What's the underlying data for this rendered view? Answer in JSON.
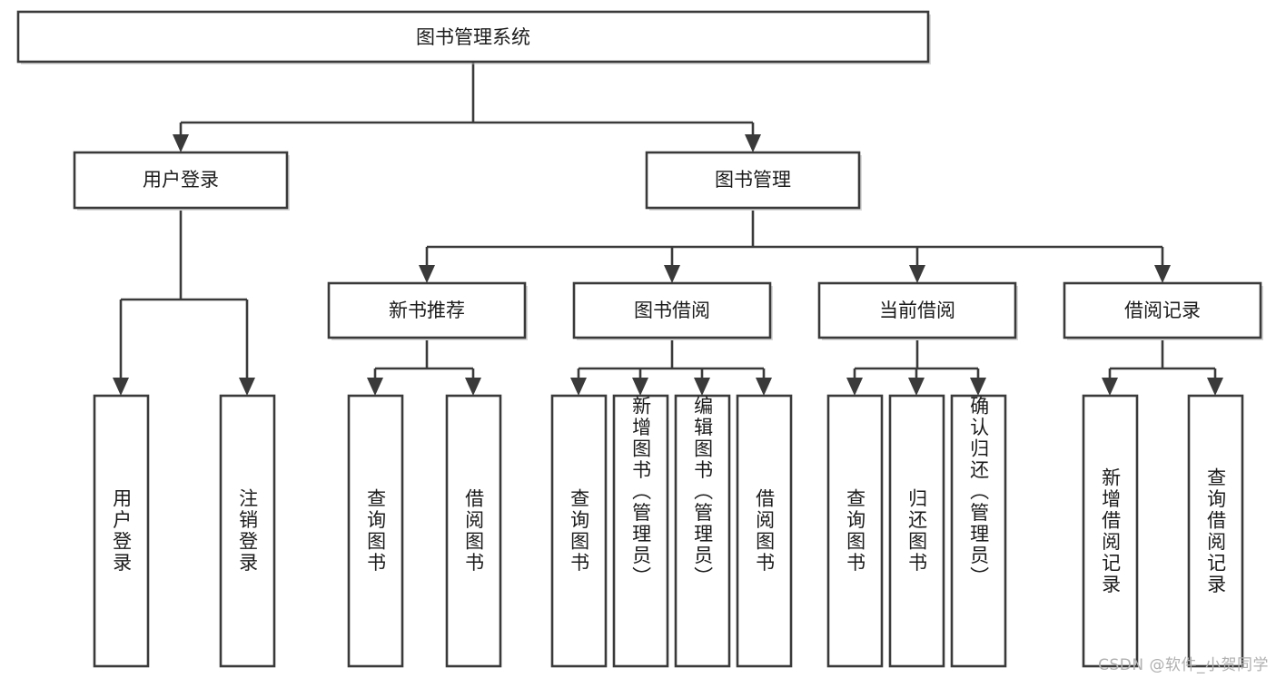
{
  "diagram": {
    "title": "图书管理系统",
    "type": "tree-hierarchy-chart",
    "colors": {
      "box_stroke": "#3a3a3a",
      "box_fill": "#ffffff",
      "text": "#1b1b1b",
      "background": "#ffffff",
      "watermark": "#b0b0b0"
    },
    "root": {
      "label": "图书管理系统",
      "orientation": "horizontal"
    },
    "level2": [
      {
        "id": "user-login",
        "label": "用户登录",
        "orientation": "horizontal"
      },
      {
        "id": "book-manage",
        "label": "图书管理",
        "orientation": "horizontal"
      }
    ],
    "level3": [
      {
        "id": "new-book-recommend",
        "label": "新书推荐",
        "parent": "book-manage",
        "orientation": "horizontal"
      },
      {
        "id": "book-borrow",
        "label": "图书借阅",
        "parent": "book-manage",
        "orientation": "horizontal"
      },
      {
        "id": "current-borrow",
        "label": "当前借阅",
        "parent": "book-manage",
        "orientation": "horizontal"
      },
      {
        "id": "borrow-record",
        "label": "借阅记录",
        "parent": "book-manage",
        "orientation": "horizontal"
      }
    ],
    "leaves": [
      {
        "id": "leaf-user-login",
        "label": "用户登录",
        "parent": "user-login",
        "orientation": "vertical"
      },
      {
        "id": "leaf-user-logout",
        "label": "注销登录",
        "parent": "user-login",
        "orientation": "vertical"
      },
      {
        "id": "leaf-query-book-1",
        "label": "查询图书",
        "parent": "new-book-recommend",
        "orientation": "vertical"
      },
      {
        "id": "leaf-borrow-book-1",
        "label": "借阅图书",
        "parent": "new-book-recommend",
        "orientation": "vertical"
      },
      {
        "id": "leaf-query-book-2",
        "label": "查询图书",
        "parent": "book-borrow",
        "orientation": "vertical"
      },
      {
        "id": "leaf-add-book",
        "label": "新增图书（管理员）",
        "parent": "book-borrow",
        "orientation": "vertical"
      },
      {
        "id": "leaf-edit-book",
        "label": "编辑图书（管理员）",
        "parent": "book-borrow",
        "orientation": "vertical"
      },
      {
        "id": "leaf-borrow-book-2",
        "label": "借阅图书",
        "parent": "book-borrow",
        "orientation": "vertical"
      },
      {
        "id": "leaf-query-book-3",
        "label": "查询图书",
        "parent": "current-borrow",
        "orientation": "vertical"
      },
      {
        "id": "leaf-return-book",
        "label": "归还图书",
        "parent": "current-borrow",
        "orientation": "vertical"
      },
      {
        "id": "leaf-confirm-return",
        "label": "确认归还（管理员）",
        "parent": "current-borrow",
        "orientation": "vertical"
      },
      {
        "id": "leaf-add-record",
        "label": "新增借阅记录",
        "parent": "borrow-record",
        "orientation": "vertical"
      },
      {
        "id": "leaf-query-record",
        "label": "查询借阅记录",
        "parent": "borrow-record",
        "orientation": "vertical"
      }
    ]
  },
  "watermark": {
    "text": "CSDN @软件_小贺同学"
  }
}
